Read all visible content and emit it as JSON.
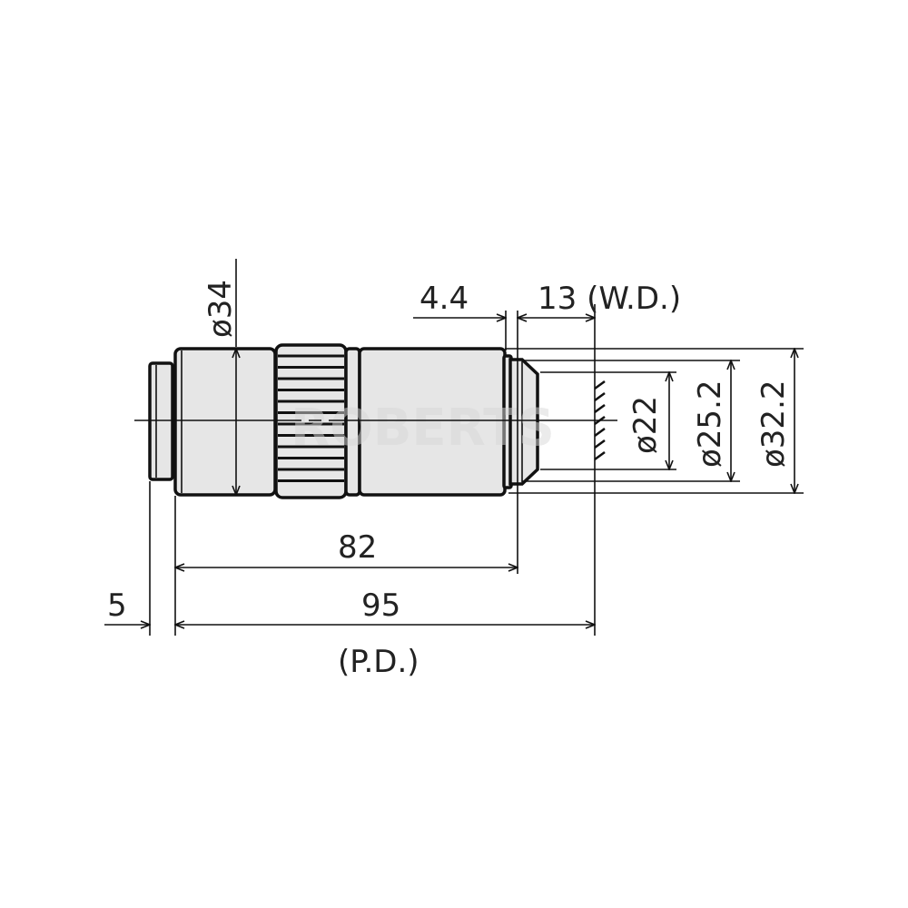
{
  "labels": {
    "dia_34": "ø34",
    "dim_4_4": "4.4",
    "dim_wd": "13 (W.D.)",
    "dia_22": "ø22",
    "dia_25_2": "ø25.2",
    "dia_32_2": "ø32.2",
    "dim_82": "82",
    "dim_95": "95",
    "dim_5": "5",
    "pd": "(P.D.)"
  },
  "watermark": "ROBERTS",
  "colors": {
    "body_fill": "#e6e6e6",
    "line": "#111111"
  }
}
